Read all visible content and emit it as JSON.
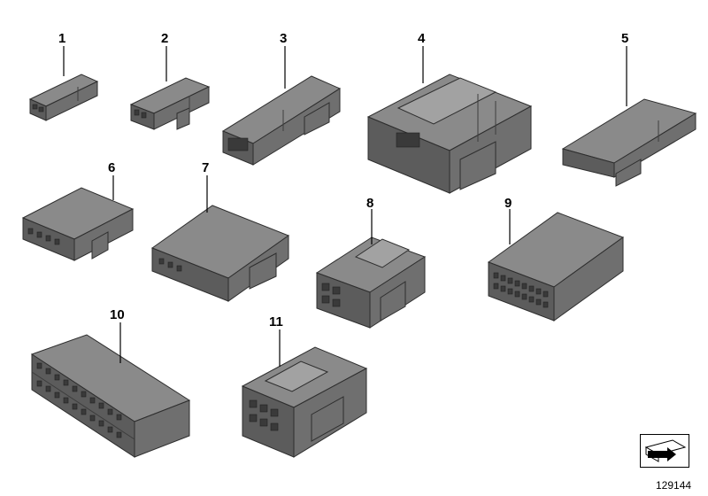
{
  "diagram": {
    "callouts": [
      "1",
      "2",
      "3",
      "4",
      "5",
      "6",
      "7",
      "8",
      "9",
      "10",
      "11"
    ],
    "reference_number": "129144",
    "colors": {
      "part_top": "#8a8a8a",
      "part_side": "#6f6f6f",
      "part_front": "#5c5c5c",
      "outline": "#2e2e2e",
      "background": "#ffffff"
    }
  },
  "icons": {
    "reference_icon": "arrow-on-sheet-icon"
  }
}
